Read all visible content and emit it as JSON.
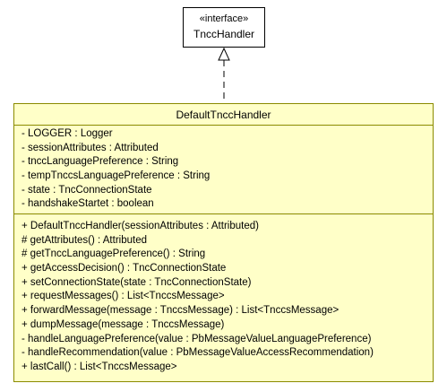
{
  "interface": {
    "stereotype": "«interface»",
    "name": "TnccHandler"
  },
  "class": {
    "name": "DefaultTnccHandler",
    "attributes": [
      "- LOGGER : Logger",
      "- sessionAttributes : Attributed",
      "- tnccLanguagePreference : String",
      "- tempTnccsLanguagePreference : String",
      "- state : TncConnectionState",
      "- handshakeStartet : boolean"
    ],
    "operations": [
      "+ DefaultTnccHandler(sessionAttributes : Attributed)",
      "# getAttributes() : Attributed",
      "# getTnccLanguagePreference() : String",
      "+ getAccessDecision() : TncConnectionState",
      "+ setConnectionState(state : TncConnectionState)",
      "+ requestMessages() : List<TnccsMessage>",
      "+ forwardMessage(message : TnccsMessage) : List<TnccsMessage>",
      "+ dumpMessage(message : TnccsMessage)",
      "- handleLanguagePreference(value : PbMessageValueLanguagePreference)",
      "- handleRecommendation(value : PbMessageValueAccessRecommendation)",
      "+ lastCall() : List<TnccsMessage>"
    ]
  },
  "relation": {
    "type": "realization",
    "from": "DefaultTnccHandler",
    "to": "TnccHandler"
  },
  "colors": {
    "class_fill": "#ffffc8",
    "class_border": "#8b8b00",
    "interface_fill": "#ffffff",
    "line": "#000000"
  }
}
